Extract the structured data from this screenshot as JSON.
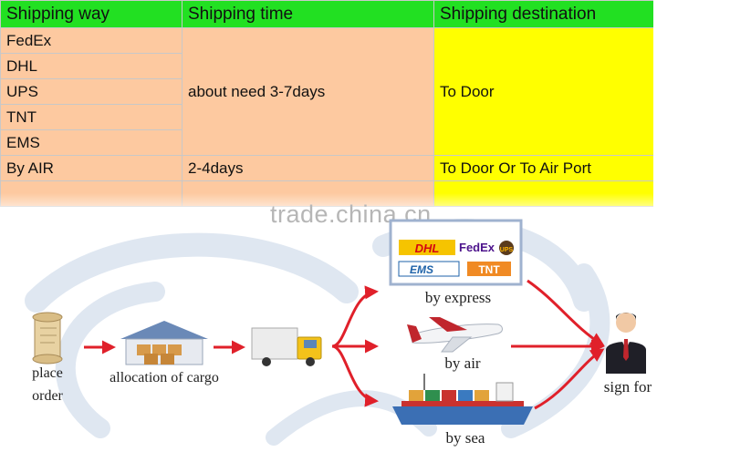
{
  "table": {
    "headers": [
      "Shipping way",
      "Shipping time",
      "Shipping destination"
    ],
    "carriers": [
      "FedEx",
      "DHL",
      "UPS",
      "TNT",
      "EMS"
    ],
    "express_time": "about need 3-7days",
    "express_destination": "To Door",
    "air_way": "By AIR",
    "air_time": "2-4days",
    "air_destination": "To Door Or To Air Port",
    "colors": {
      "header": "#22e022",
      "peach": "#fdc9a0",
      "yellow": "#ffff00"
    }
  },
  "watermark": "trade.china.cn",
  "process": {
    "place_order": [
      "place",
      "order"
    ],
    "allocation": "allocation of cargo",
    "by_express": "by express",
    "by_air": "by air",
    "by_sea": "by sea",
    "sign_for": "sign for",
    "express_logos": [
      "DHL",
      "FedEx",
      "UPS",
      "EMS",
      "TNT"
    ],
    "arrow_color": "#e0202a"
  }
}
